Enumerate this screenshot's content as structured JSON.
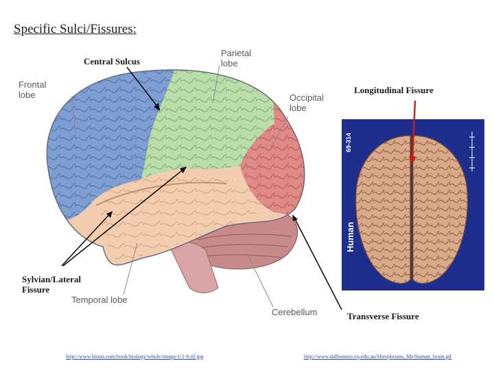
{
  "title": "Specific Sulci/Fissures:",
  "labels": {
    "central_sulcus": "Central Sulcus",
    "parietal_lobe_l1": "Parietal",
    "parietal_lobe_l2": "lobe",
    "frontal_lobe_l1": "Frontal",
    "frontal_lobe_l2": "lobe",
    "occipital_lobe_l1": "Occipital",
    "occipital_lobe_l2": "lobe",
    "longitudinal_fissure": "Longitudinal Fissure",
    "sylvian_l1": "Sylvian/Lateral",
    "sylvian_l2": "Fissure",
    "temporal_lobe": "Temporal lobe",
    "cerebellum": "Cerebellum",
    "transverse_fissure": "Transverse Fissure"
  },
  "photo_side_label": "Human",
  "photo_top_label": "69-314",
  "links": {
    "left": "http://www.bioon.com/book/biology/whole/image/1/1-8.tif.jpg",
    "right": "http://www.dalbsoutss.eq.edu.au/Sheepbrains_Me/human_brain.gif"
  },
  "colors": {
    "frontal": "#7f9fd2",
    "parietal": "#b9deaa",
    "occipital": "#df8a86",
    "temporal": "#f3cdb0",
    "cerebellum": "#c98a8c",
    "photo_bg": "#1d2e8c",
    "photo_brain": "#d9a98a"
  }
}
